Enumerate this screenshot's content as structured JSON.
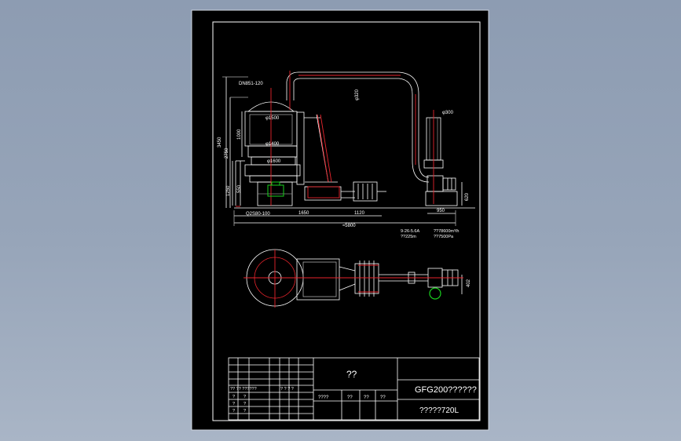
{
  "colors": {
    "paper": "#000000",
    "line": "#ffffff",
    "accent": "#e8242c",
    "green": "#19d01e",
    "frame": "#ffffff",
    "background": "#9aa8bd"
  },
  "dims": {
    "d_top_flange": "DN851-120",
    "d_pipe": "φ320",
    "d_cyclone": "φ300",
    "d_upper": "φ1500",
    "d_lower": "φ1400",
    "d_base": "φ1600",
    "h_3450": "3450",
    "h_2750": "2750",
    "h_1000": "1000",
    "h_1250": "1250",
    "h_550": "550",
    "h_620": "620",
    "base_plate": "Q2S80-100",
    "w_1650": "1650",
    "w_1120": "1120",
    "w_950": "950",
    "w_total": "≈5800",
    "w_402": "402"
  },
  "notes": {
    "line1": "9-26-5.6A",
    "line2": "??225m",
    "line3": "??78600m³/h",
    "line4": "??7500Pa"
  },
  "title_block": {
    "header_cell": "??",
    "product_title": "GFG200??????",
    "subtitle": "?????720L",
    "label_row": "?? ??  ??????",
    "label_cols": "?  ?  ?  ?",
    "sign_a": "????",
    "sign_b": "??",
    "sign_c": "??",
    "sign_d": "??",
    "row_mark_1": "?",
    "row_mark_2": "?",
    "row_mark_3": "?",
    "row_mark_4": "?",
    "row_mark_5": "?",
    "row_mark_6": "?"
  }
}
